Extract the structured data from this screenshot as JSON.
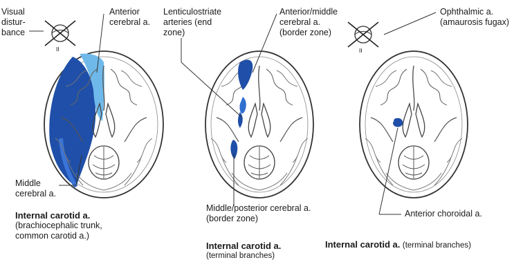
{
  "panel1": {
    "visual_disturbance": [
      "Visual",
      "distur-",
      "bance"
    ],
    "anterior_cerebral": [
      "Anterior",
      "cerebral a."
    ],
    "middle_cerebral": [
      "Middle",
      "cerebral a."
    ],
    "caption_title": "Internal carotid a.",
    "caption_sub": [
      "(brachiocephalic trunk,",
      "common carotid a.)"
    ]
  },
  "panel2": {
    "lenticulostriate": [
      "Lenticulostriate",
      "arteries (end",
      "zone)"
    ],
    "anterior_middle": [
      "Anterior/middle",
      "cerebral a.",
      "(border zone)"
    ],
    "middle_posterior": [
      "Middle/posterior cerebral a.",
      "(border zone)"
    ],
    "caption_title": "Internal carotid a.",
    "caption_sub": "(terminal branches)"
  },
  "panel3": {
    "ophthalmic": [
      "Ophthalmic a.",
      "(amaurosis fugax)"
    ],
    "anterior_choroidal": "Anterior choroidal a.",
    "caption_title": "Internal carotid a.",
    "caption_sub": "(terminal branches)"
  },
  "colors": {
    "dark_blue": "#1f4fa8",
    "mid_blue": "#2f6fd0",
    "light_blue": "#6fb9ea",
    "line": "#333333"
  }
}
